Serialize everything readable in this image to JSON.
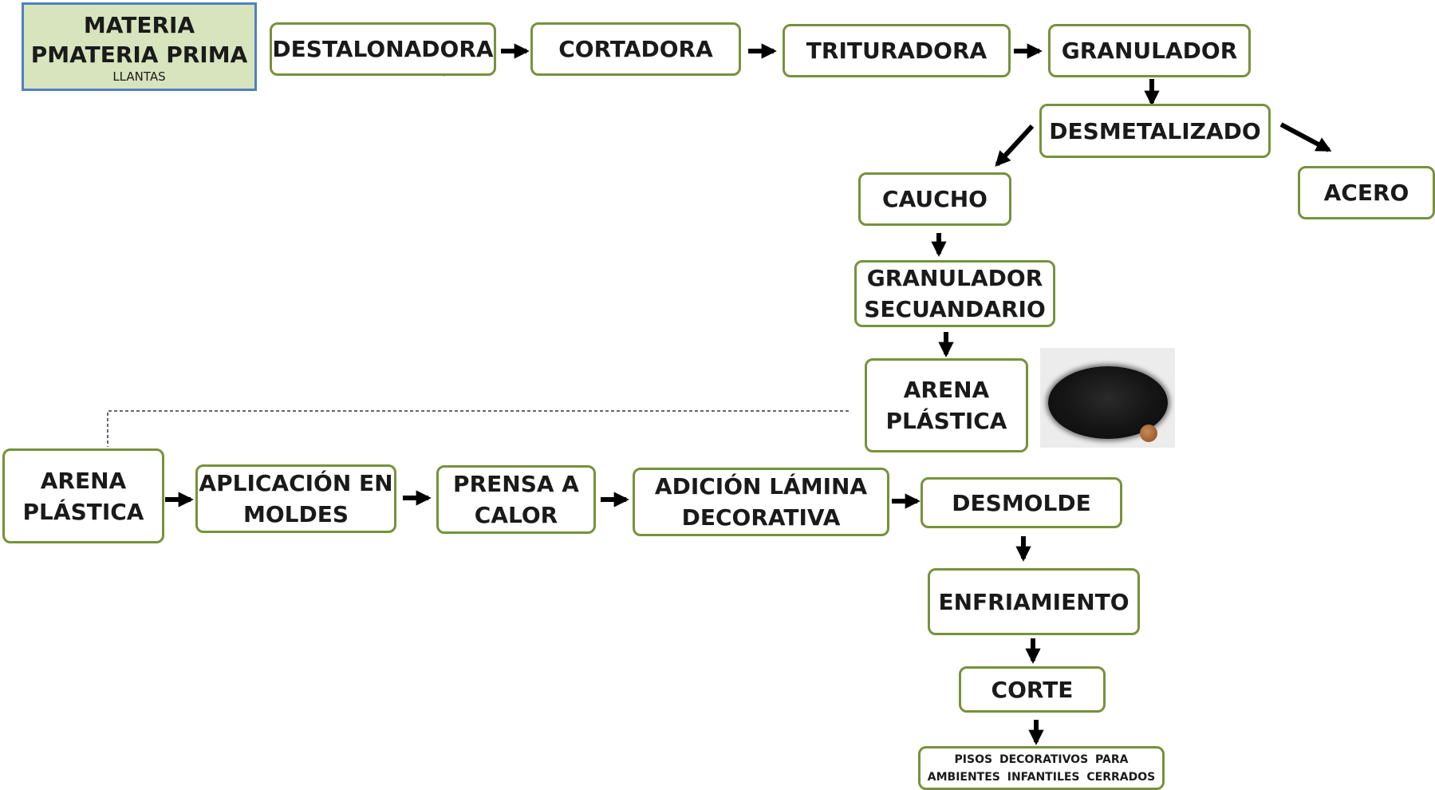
{
  "diagram": {
    "start": {
      "line1": "MATERIA",
      "line2": "PMATERIA PRIMA",
      "sub": "LLANTAS"
    },
    "top_row": {
      "destalonadora": "DESTALONADORA",
      "cortadora": "CORTADORA",
      "trituradora": "TRITURADORA",
      "granulador": "GRANULADOR"
    },
    "desmetalizado": "DESMETALIZADO",
    "caucho": "CAUCHO",
    "acero": "ACERO",
    "granulador_secundario": {
      "line1": "GRANULADOR",
      "line2": "SECUANDARIO"
    },
    "arena_plastica": {
      "line1": "ARENA",
      "line2": "PLÁSTICA"
    },
    "photo": {
      "subject": "crumb rubber pile with coin"
    },
    "bottom_row": {
      "arena_plastica": {
        "line1": "ARENA",
        "line2": "PLÁSTICA"
      },
      "aplicacion": {
        "line1": "APLICACIÓN EN",
        "line2": "MOLDES"
      },
      "prensa": {
        "line1": "PRENSA A",
        "line2": "CALOR"
      },
      "adicion": {
        "line1": "ADICIÓN LÁMINA",
        "line2": "DECORATIVA"
      },
      "desmolde": "DESMOLDE"
    },
    "enfriamiento": "ENFRIAMIENTO",
    "corte": "CORTE",
    "final": {
      "line1": "PISOS DECORATIVOS PARA",
      "line2": "AMBIENTES INFANTILES CERRADOS"
    }
  },
  "colors": {
    "box_border": "#76923c",
    "start_fill": "#d7e4bd",
    "start_border": "#4f81bd",
    "arrow": "#000000",
    "dashed_link": "#333333"
  }
}
